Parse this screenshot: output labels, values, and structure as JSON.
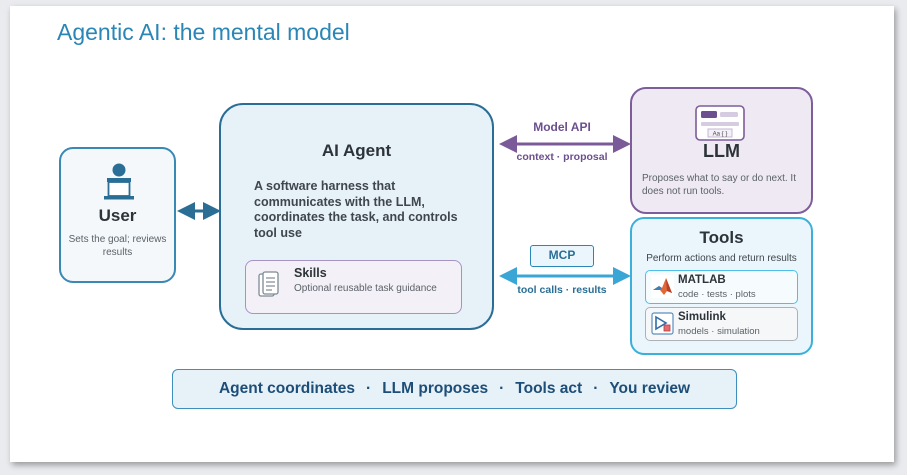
{
  "title": "Agentic AI: the mental model",
  "user": {
    "title": "User",
    "description": "Sets the goal; reviews results",
    "icon": "person-at-laptop-icon"
  },
  "agent": {
    "title": "AI Agent",
    "description": "A software harness that communicates with the LLM, coordinates the task, and controls tool use",
    "skills": {
      "title": "Skills",
      "description": "Optional reusable task guidance",
      "icon": "document-stack-icon"
    }
  },
  "llm": {
    "title": "LLM",
    "description": "Proposes what to say or do next. It does not run tools.",
    "icon_text": "Aa { }"
  },
  "tools": {
    "title": "Tools",
    "description": "Perform actions and return results",
    "items": [
      {
        "name": "MATLAB",
        "sub": "code · tests · plots",
        "icon": "matlab-icon"
      },
      {
        "name": "Simulink",
        "sub": "models · simulation",
        "icon": "simulink-icon"
      }
    ]
  },
  "connections": {
    "model_api": {
      "label": "Model API",
      "sub": "context · proposal",
      "color": "#6c4f8e"
    },
    "mcp": {
      "label": "MCP",
      "sub": "tool calls · results",
      "color": "#2a86b6"
    },
    "user_agent_color": "#2a6e96"
  },
  "summary": {
    "items": [
      "Agent coordinates",
      "LLM proposes",
      "Tools act",
      "You review"
    ],
    "separator": "·"
  }
}
